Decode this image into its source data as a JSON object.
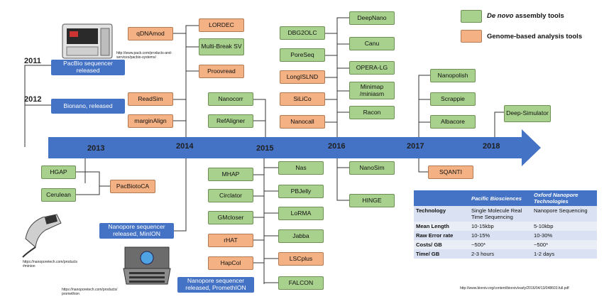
{
  "legend": {
    "green_label_em": "De novo",
    "green_label_rest": " assembly tools",
    "orange_label": "Genome-based analysis tools"
  },
  "colors": {
    "green": "#a9d18e",
    "orange": "#f4b183",
    "blue": "#4472c4"
  },
  "years": {
    "y2011": "2011",
    "y2012": "2012",
    "y2013": "2013",
    "y2014": "2014",
    "y2015": "2015",
    "y2016": "2016",
    "y2017": "2017",
    "y2018": "2018"
  },
  "events": {
    "pacbio": "PacBio sequencer released",
    "bionano": "Bionano, released",
    "minion": "Nanopore sequencer released, MinION",
    "promethion": "Nanopore sequencer released, PromethION"
  },
  "urls": {
    "pacb": "http://www.pacb.com/products-and-services/pacbio-systems/",
    "minion": "https://nanoporetech.com/products #minion",
    "promethion": "https://nanoporetech.com/products/ promethion",
    "biorxiv": "http://www.biorxiv.org/content/biorxiv/early/2016/04/13/048603.full.pdf"
  },
  "tools": {
    "qdnamod": "qDNAmod",
    "lordec": "LORDEC",
    "multibreak": "Multi-Break SV",
    "proovread": "Proovread",
    "readsim": "ReadSim",
    "marginalign": "marginAlign",
    "nanocorr": "Nanocorr",
    "refaligner": "RefAligner",
    "dbg2olc": "DBG2OLC",
    "poreseq": "PoreSeq",
    "longislnd": "LongISLND",
    "silico": "SiLiCo",
    "nanocall": "Nanocall",
    "deepnano": "DeepNano",
    "canu": "Canu",
    "operalg": "OPERA-LG",
    "minimap": "Minimap /miniasm",
    "racon": "Racon",
    "nanopolish": "Nanopolish",
    "scrappie": "Scrappie",
    "albacore": "Albacore",
    "deepsim": "Deep-Simulator",
    "hgap": "HGAP",
    "cerulean": "Cerulean",
    "pacbiotoca": "PacBiotoCA",
    "mhap": "MHAP",
    "circlator": "Circlator",
    "gmcloser": "GMcloser",
    "rhat": "rHAT",
    "hapcol": "HapCol",
    "nas": "Nas",
    "pbjelly": "PBJelly",
    "lorma": "LoRMA",
    "jabba": "Jabba",
    "lscplus": "LSCplus",
    "falcon": "FALCON",
    "nanosim": "NanoSim",
    "hinge": "HINGE",
    "sqanti": "SQANTI"
  },
  "comparison_table": {
    "headers": [
      "",
      "Pacific Biosciences",
      "Oxford Nanopore Technologies"
    ],
    "rows": [
      [
        "Technology",
        "Single Molecule Real Time Sequencing",
        "Nanopore Sequencing"
      ],
      [
        "Mean Length",
        "10-15kbp",
        "5-10kbp"
      ],
      [
        "Raw Error rate",
        "10-15%",
        "10-30%"
      ],
      [
        "Costs/ GB",
        "~500*",
        "~500*"
      ],
      [
        "Time/ GB",
        "2-3 hours",
        "1-2 days"
      ]
    ]
  }
}
